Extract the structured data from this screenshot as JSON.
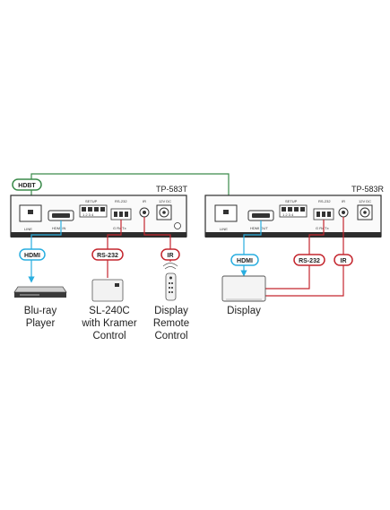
{
  "transmitter": {
    "model": "TP-583T",
    "port_line": "LINE",
    "port_hdmi_in": "HDMI IN",
    "setup": "SETUP",
    "rs232": "RS-232",
    "pins": "G Rx Tx",
    "ir": "IR",
    "power": "12V DC",
    "switch_digits": "1 2 3 4"
  },
  "receiver": {
    "model": "TP-583R",
    "port_line": "LINE",
    "port_hdmi_out": "HDMI OUT",
    "setup": "SETUP",
    "rs232": "RS-232",
    "pins": "G Rx Tx",
    "ir": "IR",
    "power": "12V DC",
    "switch_digits": "1 2 3 4"
  },
  "badges": {
    "hdbt": "HDBT",
    "hdmi_tx": "HDMI",
    "rs232_tx": "RS-232",
    "ir_tx": "IR",
    "hdmi_rx": "HDMI",
    "rs232_rx": "RS-232",
    "ir_rx": "IR"
  },
  "devices": {
    "bluray_line1": "Blu-ray",
    "bluray_line2": "Player",
    "sl240c_line1": "SL-240C",
    "sl240c_line2": "with Kramer",
    "sl240c_line3": "Control",
    "remote_line1": "Display",
    "remote_line2": "Remote",
    "remote_line3": "Control",
    "display": "Display"
  },
  "colors": {
    "hdbt_green": "#3a8a4a",
    "hdmi_cyan": "#29aee0",
    "rs232_red": "#c4262e",
    "ir_red": "#c4262e",
    "panel_dark": "#2d2d2d"
  }
}
